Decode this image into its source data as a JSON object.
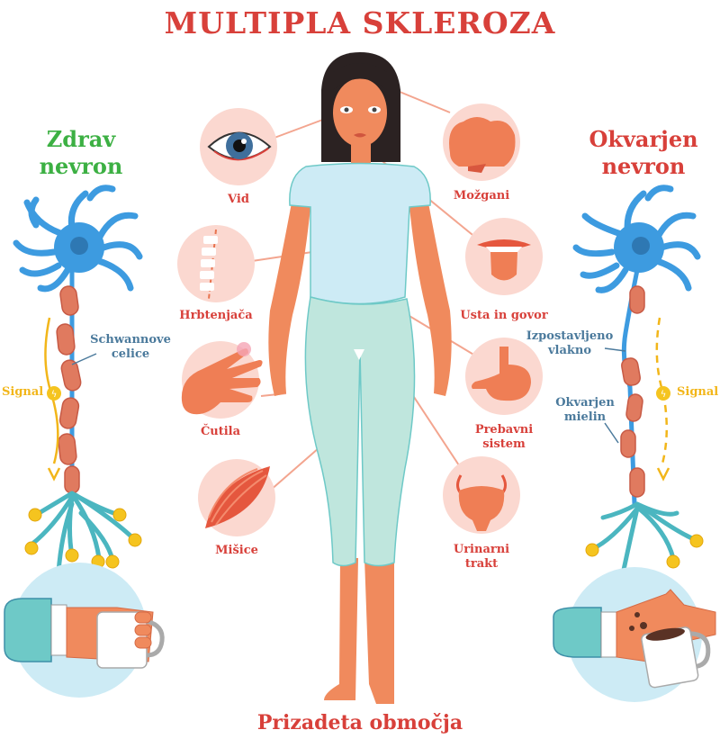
{
  "title": "MULTIPLA SKLEROZA",
  "left_panel": {
    "title_line1": "Zdrav",
    "title_line2": "nevron",
    "title_color": "#3cb043",
    "schwann_label_line1": "Schwannove",
    "schwann_label_line2": "celice",
    "signal_label": "Signal"
  },
  "right_panel": {
    "title_line1": "Okvarjen",
    "title_line2": "nevron",
    "title_color": "#d8403a",
    "exposed_label_line1": "Izpostavljeno",
    "exposed_label_line2": "vlakno",
    "damaged_label_line1": "Okvarjen",
    "damaged_label_line2": "mielin",
    "signal_label": "Signal"
  },
  "body_areas": {
    "left": [
      {
        "id": "vision",
        "label": "Vid",
        "icon": "eye-icon"
      },
      {
        "id": "spine",
        "label": "Hrbtenjača",
        "icon": "spine-icon"
      },
      {
        "id": "senses",
        "label": "Čutila",
        "icon": "hand-icon"
      },
      {
        "id": "muscles",
        "label": "Mišice",
        "icon": "muscle-icon"
      }
    ],
    "right": [
      {
        "id": "brain",
        "label": "Možgani",
        "icon": "brain-icon"
      },
      {
        "id": "mouth",
        "label": "Usta in govor",
        "icon": "mouth-icon"
      },
      {
        "id": "digestive",
        "label_line1": "Prebavni",
        "label_line2": "sistem",
        "icon": "stomach-icon"
      },
      {
        "id": "urinary",
        "label_line1": "Urinarni",
        "label_line2": "trakt",
        "icon": "bladder-icon"
      }
    ]
  },
  "bottom_label": "Prizadeta območja",
  "colors": {
    "accent_red": "#d8403a",
    "healthy_green": "#3cb043",
    "neuron_blue": "#3d9be0",
    "myelin": "#e07a5f",
    "signal_yellow": "#f2b61a",
    "circle_bg": "#fbd8d0",
    "shirt": "#cdebf5",
    "pants": "#bfe6dd",
    "skin": "#f08a5d",
    "hair": "#2b2222"
  }
}
